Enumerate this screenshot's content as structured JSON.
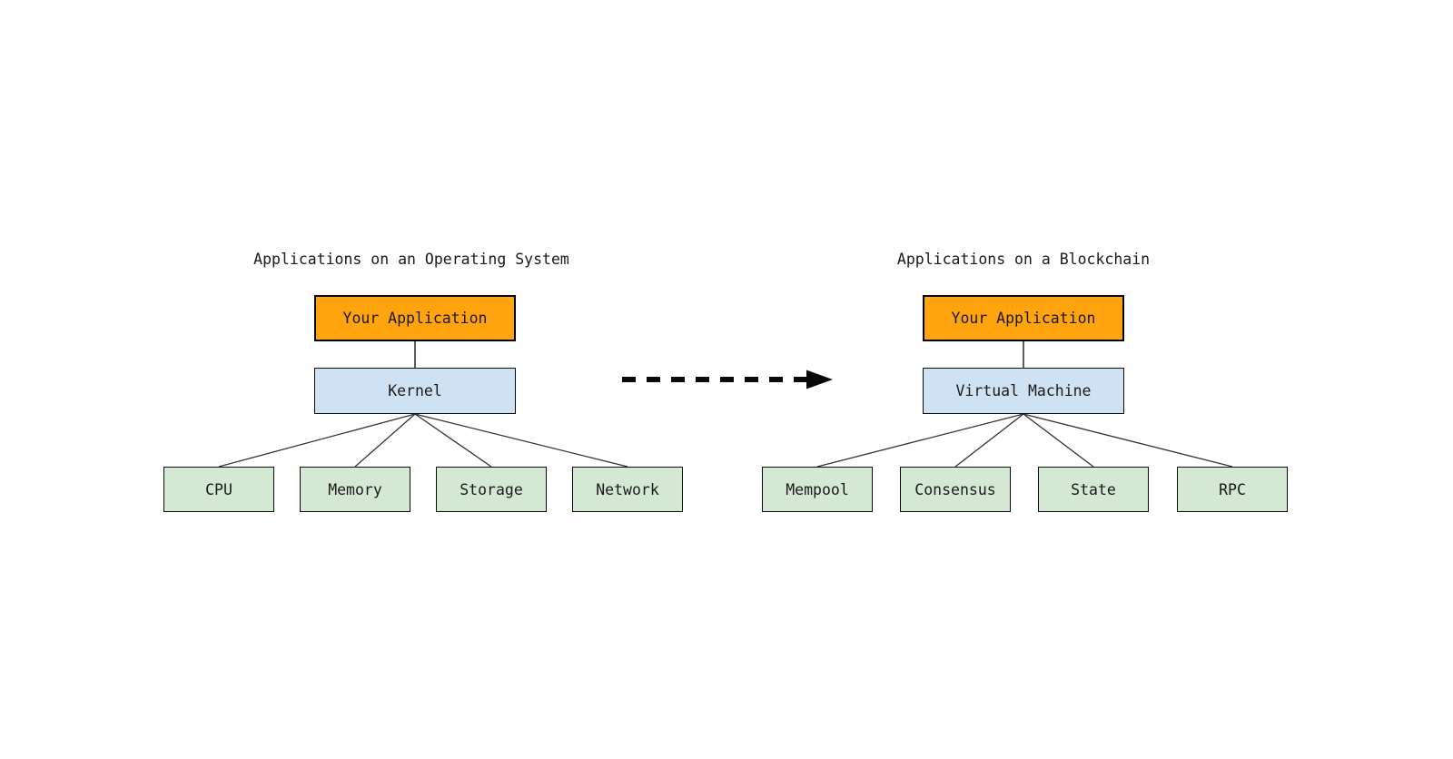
{
  "diagram": {
    "left": {
      "title": "Applications on an Operating System",
      "root_label": "Your Application",
      "middle_label": "Kernel",
      "leaves": [
        "CPU",
        "Memory",
        "Storage",
        "Network"
      ]
    },
    "right": {
      "title": "Applications on a Blockchain",
      "root_label": "Your Application",
      "middle_label": "Virtual Machine",
      "leaves": [
        "Mempool",
        "Consensus",
        "State",
        "RPC"
      ]
    },
    "arrow": {
      "style": "dashed",
      "direction": "right"
    },
    "colors": {
      "root_fill": "#FFA30F",
      "root_border": "#000000",
      "middle_fill": "#CFE2F3",
      "leaf_fill": "#D5E8D4",
      "box_border": "#0a0a0a",
      "connector_line": "#333333",
      "arrow_color": "#0a0a0a",
      "text": "#1a1a1a",
      "background": "#ffffff"
    }
  }
}
